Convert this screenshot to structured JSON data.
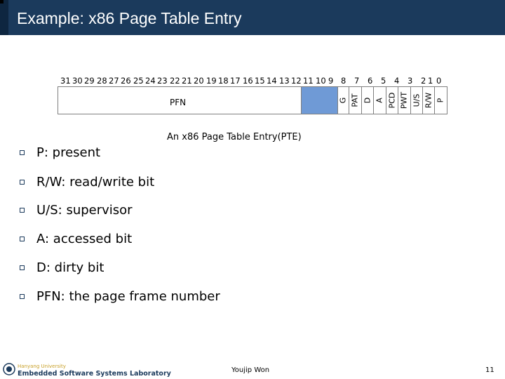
{
  "slide": {
    "title": "Example: x86 Page Table Entry",
    "bit_numbers": [
      "31",
      "30",
      "29",
      "28",
      "27",
      "26",
      "25",
      "24",
      "23",
      "22",
      "21",
      "20",
      "19",
      "18",
      "17",
      "16",
      "15",
      "14",
      "13",
      "12",
      "11",
      "10",
      "9",
      "8",
      "7",
      "6",
      "5",
      "4",
      "3",
      "2",
      "1",
      "0"
    ],
    "pfn_label": "PFN",
    "flags": [
      "G",
      "PAT",
      "D",
      "A",
      "PCD",
      "PWT",
      "U/S",
      "R/W",
      "P"
    ],
    "caption": "An x86 Page Table Entry(PTE)",
    "bullets": [
      "P: present",
      "R/W: read/write bit",
      "U/S: supervisor",
      "A: accessed bit",
      "D: dirty bit",
      "PFN: the page frame number"
    ]
  },
  "footer": {
    "university": "Hanyang University",
    "lab": "Embedded Software Systems Laboratory",
    "author": "Youjip Won",
    "page": "11"
  },
  "colors": {
    "header": "#1b3a5c",
    "shade": "#6f9ad6",
    "university": "#c8a028"
  },
  "icons": [
    "university-seal-icon",
    "square-bullet-icon"
  ]
}
